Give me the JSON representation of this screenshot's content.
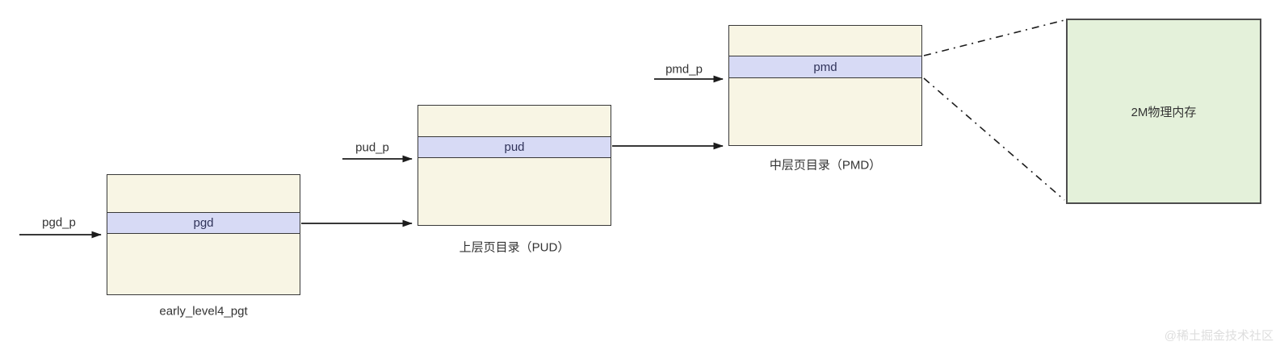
{
  "diagram": {
    "tables": [
      {
        "band_label": "pgd",
        "caption": "early_level4_pgt",
        "pointer_label": "pgd_p"
      },
      {
        "band_label": "pud",
        "caption": "上层页目录（PUD）",
        "pointer_label": "pud_p"
      },
      {
        "band_label": "pmd",
        "caption": "中层页目录（PMD）",
        "pointer_label": "pmd_p"
      }
    ],
    "memory_block": {
      "label": "2M物理内存"
    },
    "connections": [
      "pgd_p -> pgd table",
      "pud_p -> pud table",
      "pmd_p -> pmd table",
      "pgd band -> pud table",
      "pud band -> pmd table",
      "pmd band -> 2M physical memory (dash-dot)"
    ],
    "watermark": "@稀土掘金技术社区"
  },
  "colors": {
    "background": "#ffffff",
    "table_fill": "#f8f5e4",
    "table_border": "#383838",
    "band_fill": "#d7daf5",
    "band_text": "#30335a",
    "memory_fill": "#e4f1da",
    "memory_border": "#4d4d4d",
    "connector": "#1c1c1c",
    "label_text": "#333333",
    "watermark_text": "#dedede"
  }
}
